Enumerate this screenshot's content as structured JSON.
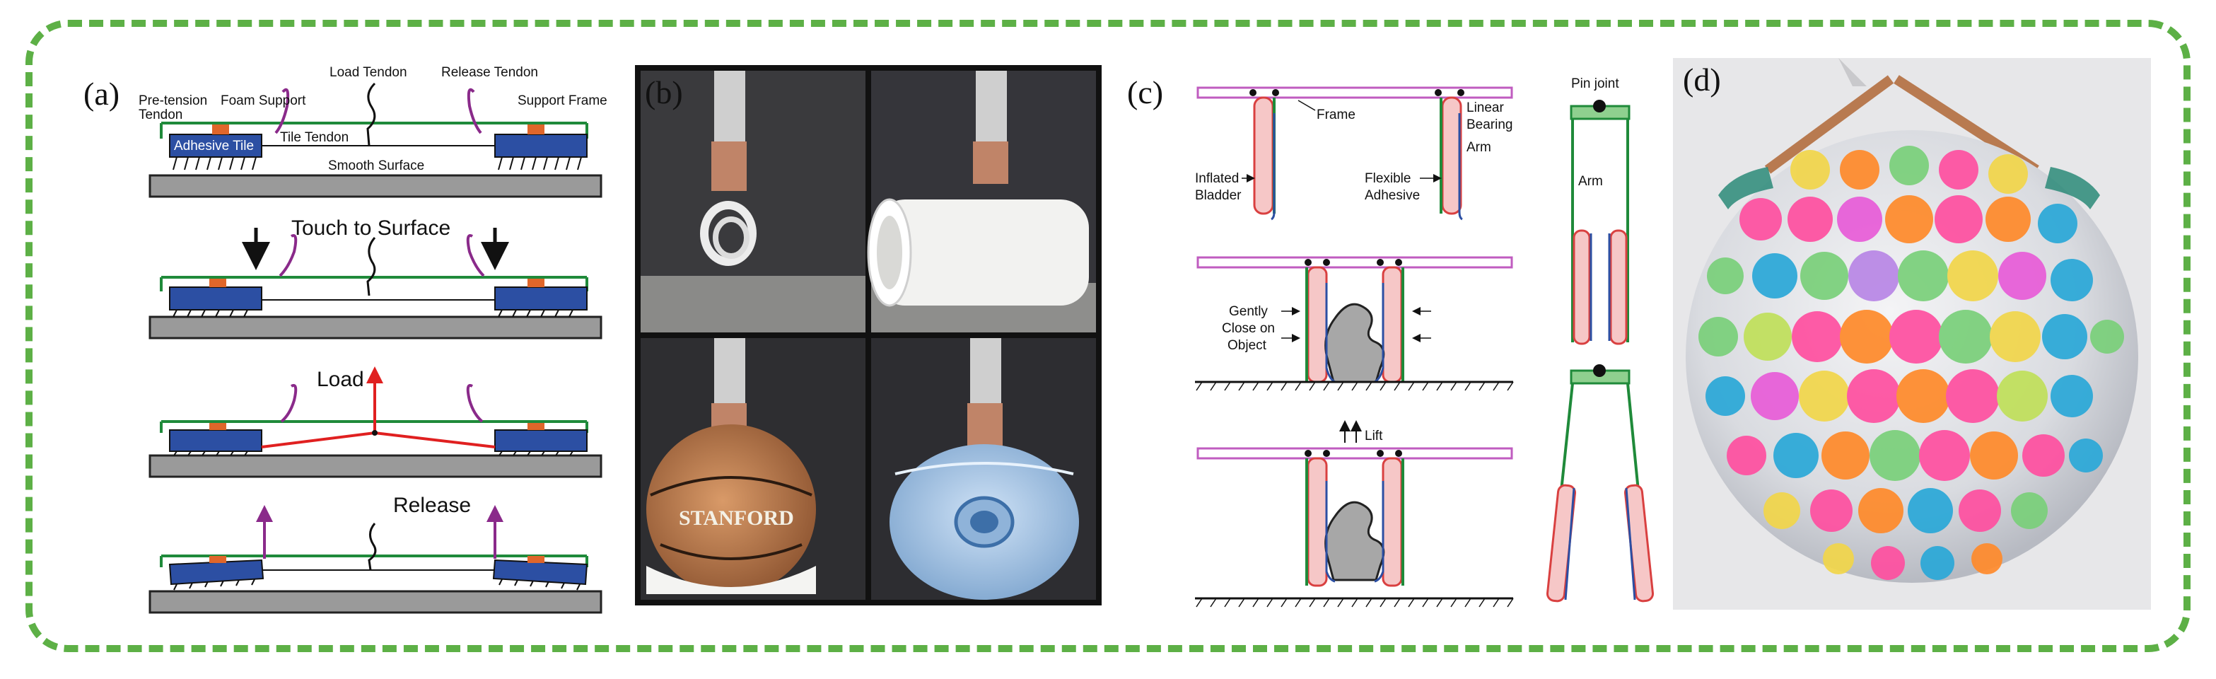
{
  "panels": {
    "a": "(a)",
    "b": "(b)",
    "c": "(c)",
    "d": "(d)"
  },
  "panel_a": {
    "pretension_tendon_line1": "Pre-tension",
    "pretension_tendon_line2": "Tendon",
    "foam_support": "Foam Support",
    "load_tendon": "Load Tendon",
    "release_tendon": "Release Tendon",
    "support_frame": "Support Frame",
    "adhesive_tile": "Adhesive Tile",
    "tile_tendon": "Tile Tendon",
    "smooth_surface": "Smooth Surface",
    "touch_to_surface": "Touch to Surface",
    "load": "Load",
    "release": "Release"
  },
  "panel_b": {
    "basketball_text": "STANFORD"
  },
  "panel_c": {
    "frame": "Frame",
    "linear_line1": "Linear",
    "bearing_line2": "Bearing",
    "arm": "Arm",
    "inflated_line1": "Inflated",
    "bladder_line2": "Bladder",
    "flexible_line1": "Flexible",
    "adhesive_line2": "Adhesive",
    "gently_line1": "Gently",
    "close_on_line2": "Close on",
    "object_line3": "Object",
    "lift": "Lift",
    "pin_joint": "Pin joint",
    "arm_right": "Arm"
  },
  "colors": {
    "border_dash": "#5db046",
    "frame_green": "#1f8a3a",
    "tile_blue": "#2c4fa3",
    "foam_orange": "#e0662a",
    "tendon_purple": "#8a2a8a",
    "load_red": "#e02020",
    "surface_gray": "#9a9a9a",
    "bladder_pink": "#f6c7c7",
    "frame_magenta": "#c05cc0"
  }
}
